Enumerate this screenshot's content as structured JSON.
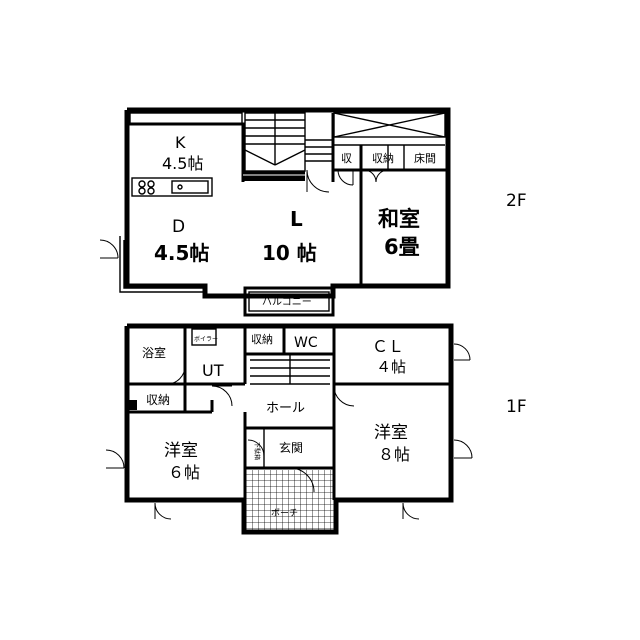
{
  "floors": {
    "second": {
      "label": "2F",
      "rooms": {
        "kitchen_name": "K",
        "kitchen_size": "4.5帖",
        "dining_name": "D",
        "dining_size": "4.5帖",
        "living_name": "L",
        "living_size": "10 帖",
        "washitsu_name": "和室",
        "washitsu_size": "6畳",
        "storage_small": "収",
        "storage": "収納",
        "tokonoma": "床間",
        "balcony": "バルコニー"
      }
    },
    "first": {
      "label": "1F",
      "rooms": {
        "bath": "浴室",
        "boiler": "ボイラー",
        "utility": "UT",
        "storage_top": "収納",
        "wc": "WC",
        "closet_name": "ＣＬ",
        "closet_size": "４帖",
        "storage_left": "収納",
        "hall": "ホール",
        "shoe_cabinet": "下駄箱",
        "entrance": "玄関",
        "western_left_name": "洋室",
        "western_left_size": "６帖",
        "western_right_name": "洋室",
        "western_right_size": "８帖",
        "porch": "ポーチ"
      }
    }
  }
}
